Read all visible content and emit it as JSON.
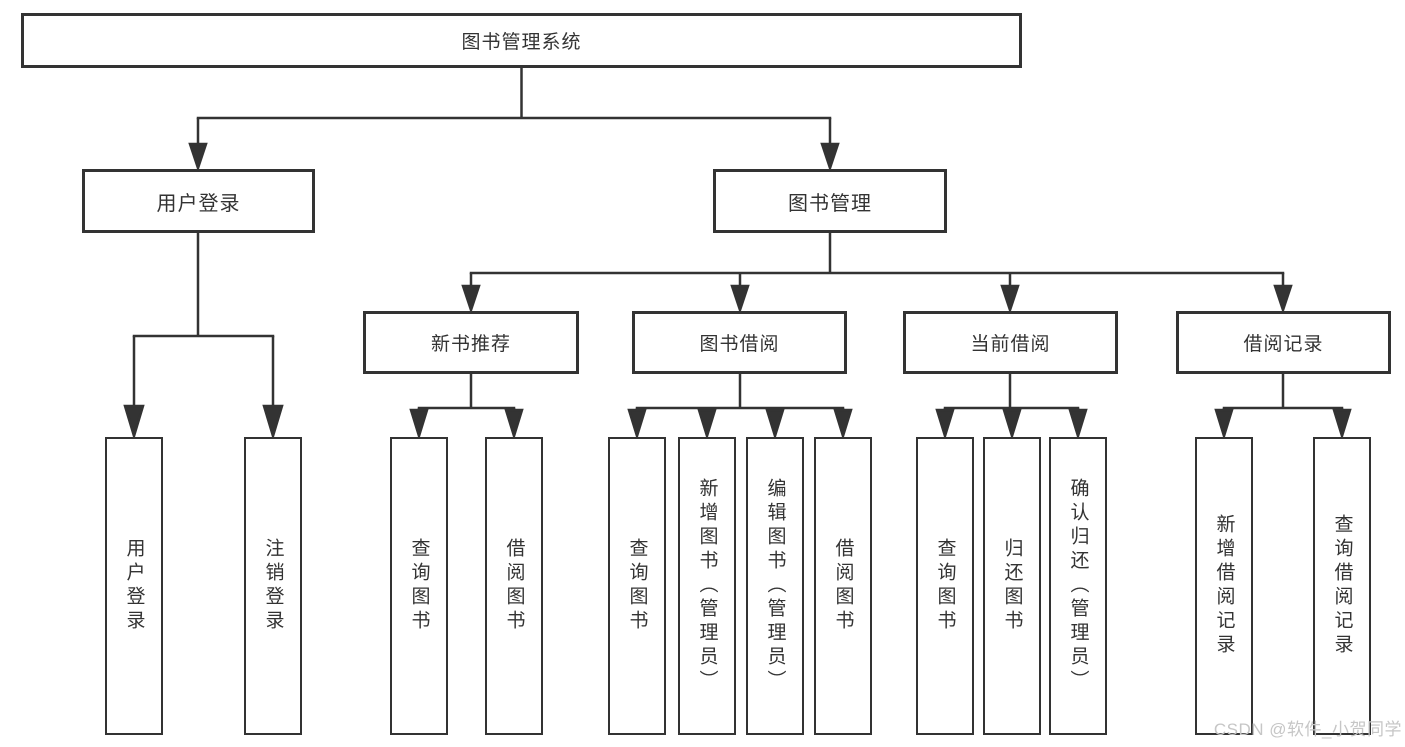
{
  "tree": {
    "root": "图书管理系统",
    "level2": [
      "用户登录",
      "图书管理"
    ],
    "level3": [
      "新书推荐",
      "图书借阅",
      "当前借阅",
      "借阅记录"
    ],
    "leaves": {
      "login": [
        "用户登录",
        "注销登录"
      ],
      "newbook": [
        "查询图书",
        "借阅图书"
      ],
      "borrow": [
        "查询图书",
        "新增图书（管理员）",
        "编辑图书（管理员）",
        "借阅图书"
      ],
      "current": [
        "查询图书",
        "归还图书",
        "确认归还（管理员）"
      ],
      "record": [
        "新增借阅记录",
        "查询借阅记录"
      ]
    }
  },
  "watermark": "CSDN @软件_小贺同学",
  "colors": {
    "line": "#333333",
    "text": "#333333",
    "background": "#ffffff",
    "watermark": "#c6c6c6"
  }
}
